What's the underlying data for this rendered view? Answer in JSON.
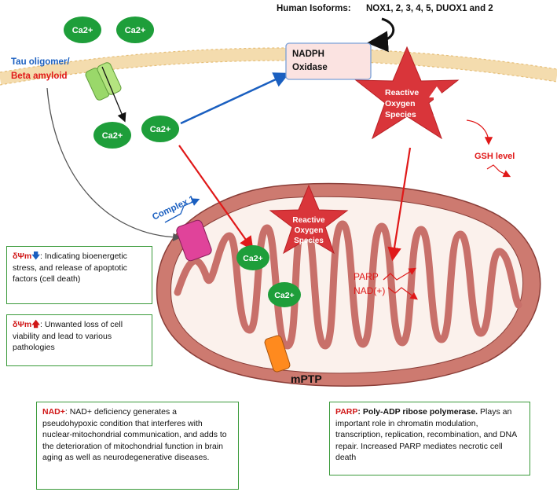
{
  "header": {
    "isoforms_label": "Human Isoforms:",
    "isoforms_value": "NOX1, 2, 3, 4, 5, DUOX1 and 2"
  },
  "labels": {
    "ca": "Ca2+",
    "tau": "Tau oligomer/",
    "beta": "Beta amyloid",
    "nadph_line1": "NADPH",
    "nadph_line2": "Oxidase",
    "ros_line1": "Reactive",
    "ros_line2": "Oxygen",
    "ros_line3": "Species",
    "gsh": "GSH level",
    "complex1": "Complex 1",
    "parp": "PARP",
    "nad": "NAD(+)",
    "mptp": "mPTP"
  },
  "boxes": {
    "dpsi_down": {
      "symbol": "δΨm",
      "text": ": Indicating bioenergetic stress, and release of apoptotic factors (cell death)"
    },
    "dpsi_up": {
      "symbol": "δΨm",
      "text": ": Unwanted loss of cell viability and lead to various pathologies"
    },
    "nad": {
      "key": "NAD+",
      "text": ": NAD+ deficiency generates a pseudohypoxic condition that interferes with nuclear-mitochondrial communication, and adds to the deterioration of mitochondrial function in brain aging as well as neurodegenerative diseases."
    },
    "parp": {
      "key": "PARP",
      "bold": ": Poly-ADP ribose polymerase.",
      "text": " Plays an important role in chromatin modulation, transcription, replication, recombination, and DNA repair. Increased PARP mediates necrotic cell death"
    }
  },
  "colors": {
    "calcium": "#1e9e3a",
    "ros": "#d9353a",
    "mito_outer": "#c8706a",
    "blue": "#1a5fc0",
    "red": "#e01818",
    "box_border": "#3a9a3a"
  }
}
